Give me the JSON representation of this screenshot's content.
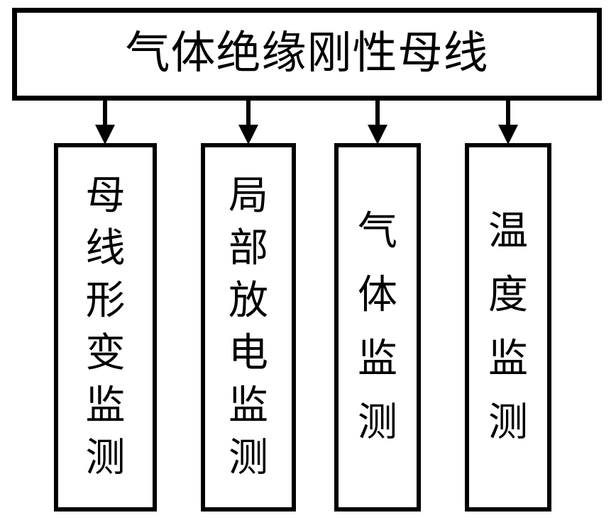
{
  "diagram": {
    "type": "hierarchy-tree",
    "orientation": "top-down",
    "background_color": "#ffffff",
    "stroke_color": "#000000",
    "root": {
      "label": "气体绝缘刚性母线",
      "text_orientation": "horizontal"
    },
    "children": [
      {
        "label": "母线形变监测",
        "chars": [
          "母",
          "线",
          "形",
          "变",
          "监",
          "测"
        ],
        "text_orientation": "vertical"
      },
      {
        "label": "局部放电监测",
        "chars": [
          "局",
          "部",
          "放",
          "电",
          "监",
          "测"
        ],
        "text_orientation": "vertical"
      },
      {
        "label": "气体监测",
        "chars": [
          "气",
          "体",
          "监",
          "测"
        ],
        "text_orientation": "vertical"
      },
      {
        "label": "温度监测",
        "chars": [
          "温",
          "度",
          "监",
          "测"
        ],
        "text_orientation": "vertical"
      }
    ],
    "connectors": [
      {
        "name": "arrow-to-child-1",
        "from": "气体绝缘刚性母线",
        "to": "母线形变监测"
      },
      {
        "name": "arrow-to-child-2",
        "from": "气体绝缘刚性母线",
        "to": "局部放电监测"
      },
      {
        "name": "arrow-to-child-3",
        "from": "气体绝缘刚性母线",
        "to": "气体监测"
      },
      {
        "name": "arrow-to-child-4",
        "from": "气体绝缘刚性母线",
        "to": "温度监测"
      }
    ]
  }
}
